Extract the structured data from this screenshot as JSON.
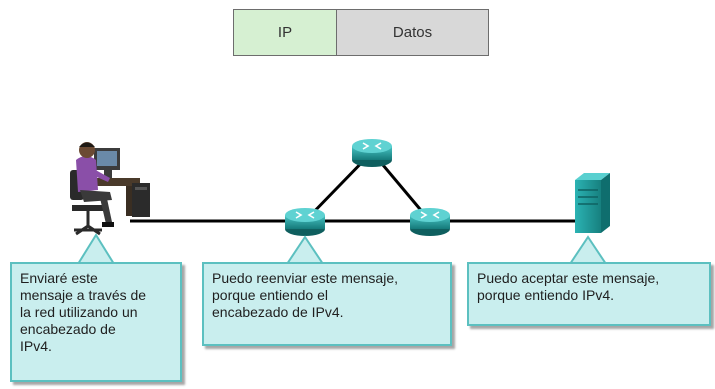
{
  "packet": {
    "header_label": "IP",
    "data_label": "Datos"
  },
  "callouts": {
    "sender": "Enviaré este\nmensaje a través de\nla red utilizando un\nencabezado de\nIPv4.",
    "router": "Puedo reenviar este mensaje,\nporque entiendo el\nencabezado de IPv4.",
    "server": "Puedo aceptar este mensaje,\nporque entiendo IPv4."
  },
  "icons": {
    "sender": "person-at-computer-icon",
    "router": "router-icon",
    "server": "server-icon"
  },
  "colors": {
    "callout_fill": "#c9eeee",
    "callout_border": "#5cc0c0",
    "router": "#1e9a9a",
    "server": "#1f9f9f",
    "link": "#000000",
    "ip_segment": "#d6f0d2",
    "data_segment": "#d8d8d8"
  }
}
